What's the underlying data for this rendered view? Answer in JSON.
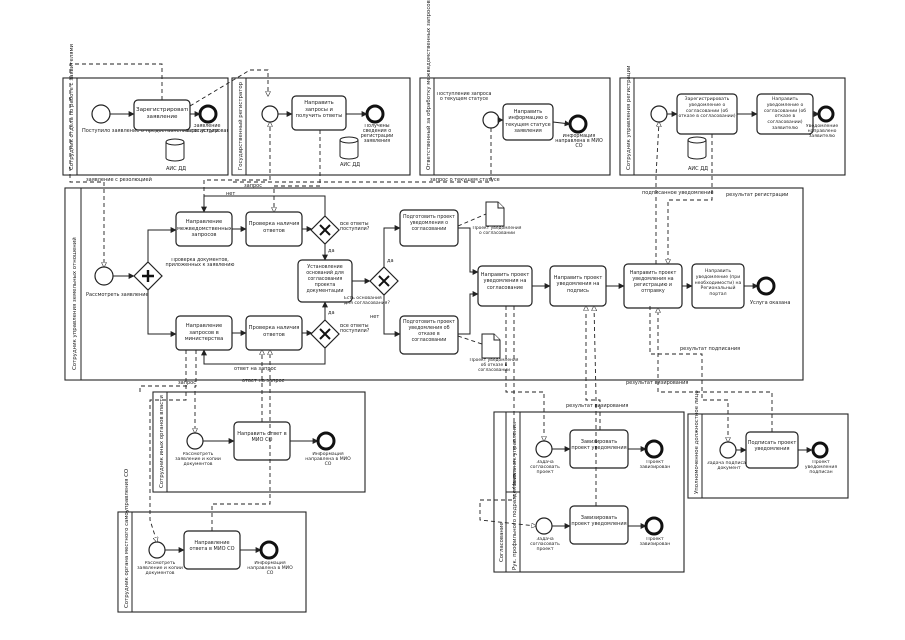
{
  "pools": {
    "applicant": "Сотрудник отдела по работе с заявителями",
    "registry": "Государственный регистратор",
    "internal": "Ответственный за обработку межведомственных запросов",
    "notify": "Сотрудник управления регистрации",
    "main": "Сотрудник управления земельных отношений",
    "ministry": "Сотрудник иных органов власти",
    "municipal": "Сотрудник органа местного самоуправления СО",
    "approval": "Согласование",
    "head_approval": "Начальник управления",
    "prep_head": "Рук. профильного подразделения",
    "sign_doc": "Уполномоченное должностное лицо"
  },
  "tasks": {
    "register": "Зарегистрировать заявление",
    "send_requests_reg": "Направить запросы и получить ответы",
    "send_info": "Направить информацию о текущем статусе заявления",
    "register_notice": "Зарегистрировать уведомление о согласовании (об отказе в согласовании)",
    "send_notice": "Направить уведомление о согласовании (об отказе в согласовании) заявителю",
    "inter_requests": "Направление межведомственных запросов",
    "check_answers_1": "Проверка наличия ответов",
    "inter_ministry": "Направление запросов в министерства",
    "check_answers_2": "Проверка наличия ответов",
    "grounds": "Установление оснований для согласования проекта документации",
    "prep_approval": "Подготовить проект уведомления о согласовании",
    "prep_refusal": "Подготовить проект уведомления об отказе в согласовании",
    "send_for_approval": "Направить проект уведомления на согласование",
    "send_for_sign": "Направить проект уведомления на подпись",
    "send_for_reg": "Направить проект уведомления на регистрацию и отправку",
    "publish": "Направить уведомление (при необходимости) на Региональный портал",
    "ministry_answer": "Направить ответ в МИО СО",
    "municipal_answer": "Направление ответа в МИО СО",
    "endorse_1": "Завизировать проект уведомления",
    "endorse_2": "Завизировать проект уведомления",
    "sign": "Подписать проект уведомления"
  },
  "events": {
    "applicant_start": "Поступило заявление о предоставлении гос.услуги",
    "applicant_end": "Заявление зарегистрировано",
    "registry_end": "Получены сведения о регистрации заявления",
    "internal_start": "Поступление запроса о текущем статусе",
    "internal_end": "Информация направлена в МИО СО",
    "notify_end": "Уведомление направлено заявителю",
    "main_start": "Рассмотреть заявление",
    "main_end": "Услуга оказана",
    "ministry_start": "Рассмотреть заявление и копии документов",
    "ministry_end": "Информация направлена в МИО СО",
    "municipal_start": "Рассмотреть заявление и копии документов",
    "municipal_end": "Информация направлена в МИО СО",
    "approval_start": "Задача согласовать проект",
    "approval_end": "Проект завизирован",
    "approval2_start": "Задача согласовать проект",
    "approval2_end": "Проект завизирован",
    "sign_start": "Задача подписать документ",
    "sign_end": "Проект уведомления подписан"
  },
  "data_objects": {
    "db1": "АИС ДД",
    "db2": "АИС ДД",
    "db3": "АИС ДД",
    "doc_approval": "Проект уведомления о согласовании",
    "doc_refusal": "Проект уведомления об отказе в согласовании"
  },
  "gateways": {
    "parallel": "Проверка документов, приложенных к заявлению",
    "all_answers_1": "Все ответы поступили?",
    "all_answers_2": "Все ответы поступили?",
    "grounds_q": "Есть основания для согласования?",
    "yes": "да",
    "no": "нет"
  },
  "messages": {
    "request": "запрос",
    "answer_1": "ответ на запрос",
    "answer_2": "ответ на запрос",
    "status_req": "запрос о текущем статусе",
    "approved": "результат визирования",
    "approved_2": "результат визирования",
    "signed": "подписанное уведомление",
    "registration": "результат регистрации",
    "sign_result": "результат подписания",
    "statement": "заявление с резолюцией"
  }
}
